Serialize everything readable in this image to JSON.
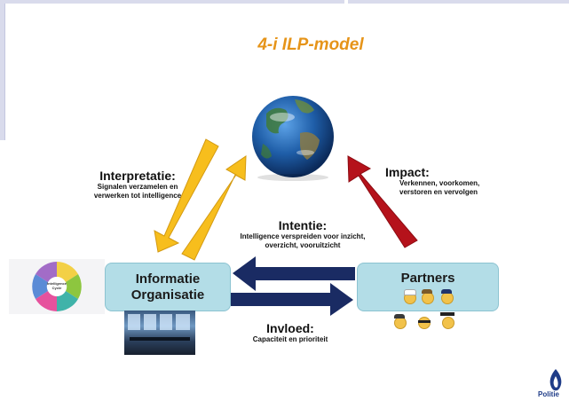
{
  "title": "4-i ILP-model",
  "interpretatie": {
    "heading": "Interpretatie:",
    "line1": "Signalen verzamelen en",
    "line2": "verwerken tot intelligence"
  },
  "impact": {
    "heading": "Impact:",
    "line1": "Verkennen, voorkomen,",
    "line2": "verstoren en vervolgen"
  },
  "intentie": {
    "heading": "Intentie:",
    "line1": "Intelligence verspreiden voor inzicht,",
    "line2": "overzicht, vooruitzicht"
  },
  "invloed": {
    "heading": "Invloed:",
    "line1": "Capaciteit en prioriteit"
  },
  "informatie_organisatie": {
    "line1": "Informatie",
    "line2": "Organisatie"
  },
  "partners": {
    "label": "Partners"
  },
  "cycle": {
    "center_line1": "Intelligence",
    "center_line2": "Cycle"
  },
  "logo": {
    "text": "Politie"
  },
  "colors": {
    "title": "#e69419",
    "yellow_arrow": "#f7be1d",
    "red_arrow": "#b5121b",
    "navy_arrow": "#1a2b63",
    "box_fill": "#b3dde7"
  }
}
